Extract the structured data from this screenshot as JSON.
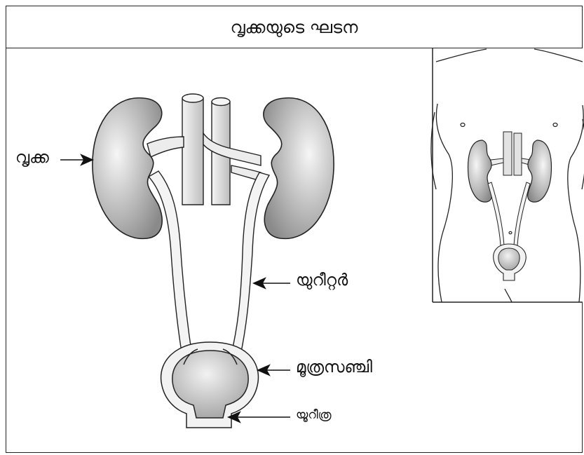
{
  "title": "വൃക്കയുടെ ഘടന",
  "labels": {
    "kidney": "വൃക്ക",
    "ureter": "യുറീറ്റർ",
    "bladder": "മൂത്രസഞ്ചി",
    "urethra": "യൂറീത്ര"
  },
  "colors": {
    "stroke": "#222222",
    "organ_fill_light": "#f4f4f4",
    "organ_fill_dark": "#8c8c8c",
    "vessel_fill": "#e2e2e2"
  }
}
